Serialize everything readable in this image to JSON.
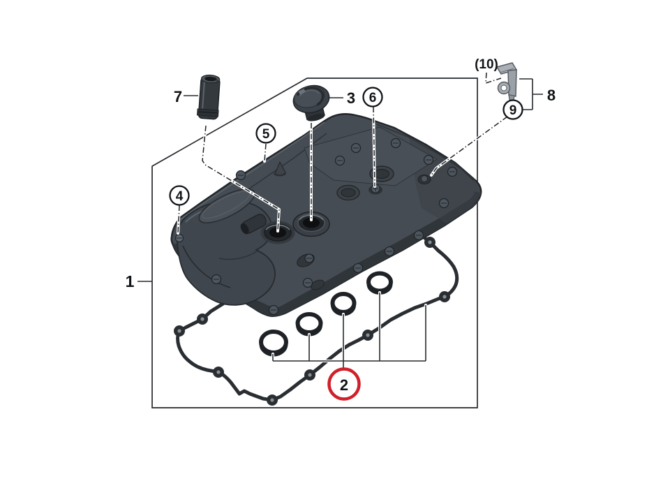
{
  "diagram": {
    "kind": "exploded-parts-diagram",
    "subject": "cylinder-head-cover-with-gasket-and-seals",
    "background": "#ffffff",
    "line_color": "#26292d"
  },
  "callouts": {
    "c1": "1",
    "c2": "2",
    "c3": "3",
    "c4": "4",
    "c5": "5",
    "c6": "6",
    "c7": "7",
    "c8": "8",
    "c9": "9",
    "c10": "(10)"
  },
  "parts": {
    "p1": "cylinder-head-cover-outline-box",
    "p2": "spark-plug-seal-rings",
    "p3": "oil-filler-cap",
    "p4": "corner-bolt",
    "p5": "cover-top-surface",
    "p6": "cover-bolt",
    "p7": "vent-tube",
    "p8": "clamp-assembly",
    "p9": "clamp-bracket",
    "p10": "clamp-pin"
  },
  "highlight": {
    "selected_callout": "2",
    "color": "#d0202a"
  }
}
